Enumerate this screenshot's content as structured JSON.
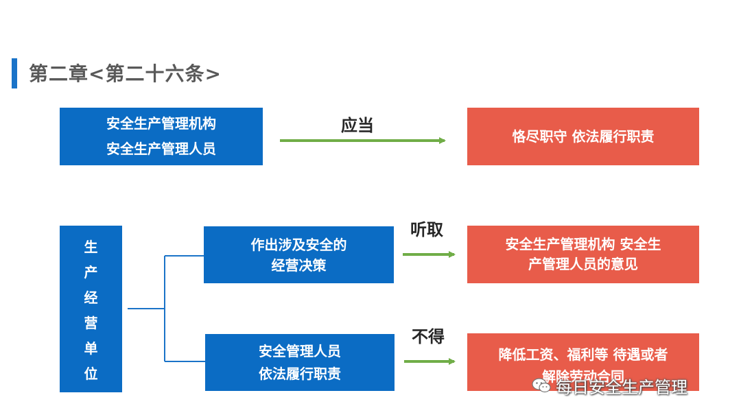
{
  "title": "第二章<第二十六条>",
  "row1": {
    "subject": [
      "安全生产管理机构",
      "安全生产管理人员"
    ],
    "verb": "应当",
    "result": "恪尽职守 依法履行职责"
  },
  "entity": [
    "生",
    "产",
    "经",
    "营",
    "单",
    "位"
  ],
  "branch1": {
    "action": [
      "作出涉及安全的",
      "经营决策"
    ],
    "verb": "听取",
    "result": [
      "安全生产管理机构 安全生",
      "产管理人员的意见"
    ]
  },
  "branch2": {
    "action": [
      "安全管理人员",
      "依法履行职责"
    ],
    "verb": "不得",
    "result": [
      "降低工资、福利等 待遇或者",
      "解除劳动合同"
    ]
  },
  "watermark": {
    "text": "每日安全生产管理",
    "icon": "wechat-icon"
  },
  "colors": {
    "blue_box": "#0b6cc4",
    "red_box": "#e85c4a",
    "arrow": "#70ad47",
    "connector": "#1a73c8",
    "title_bar": "#1a73c8"
  }
}
